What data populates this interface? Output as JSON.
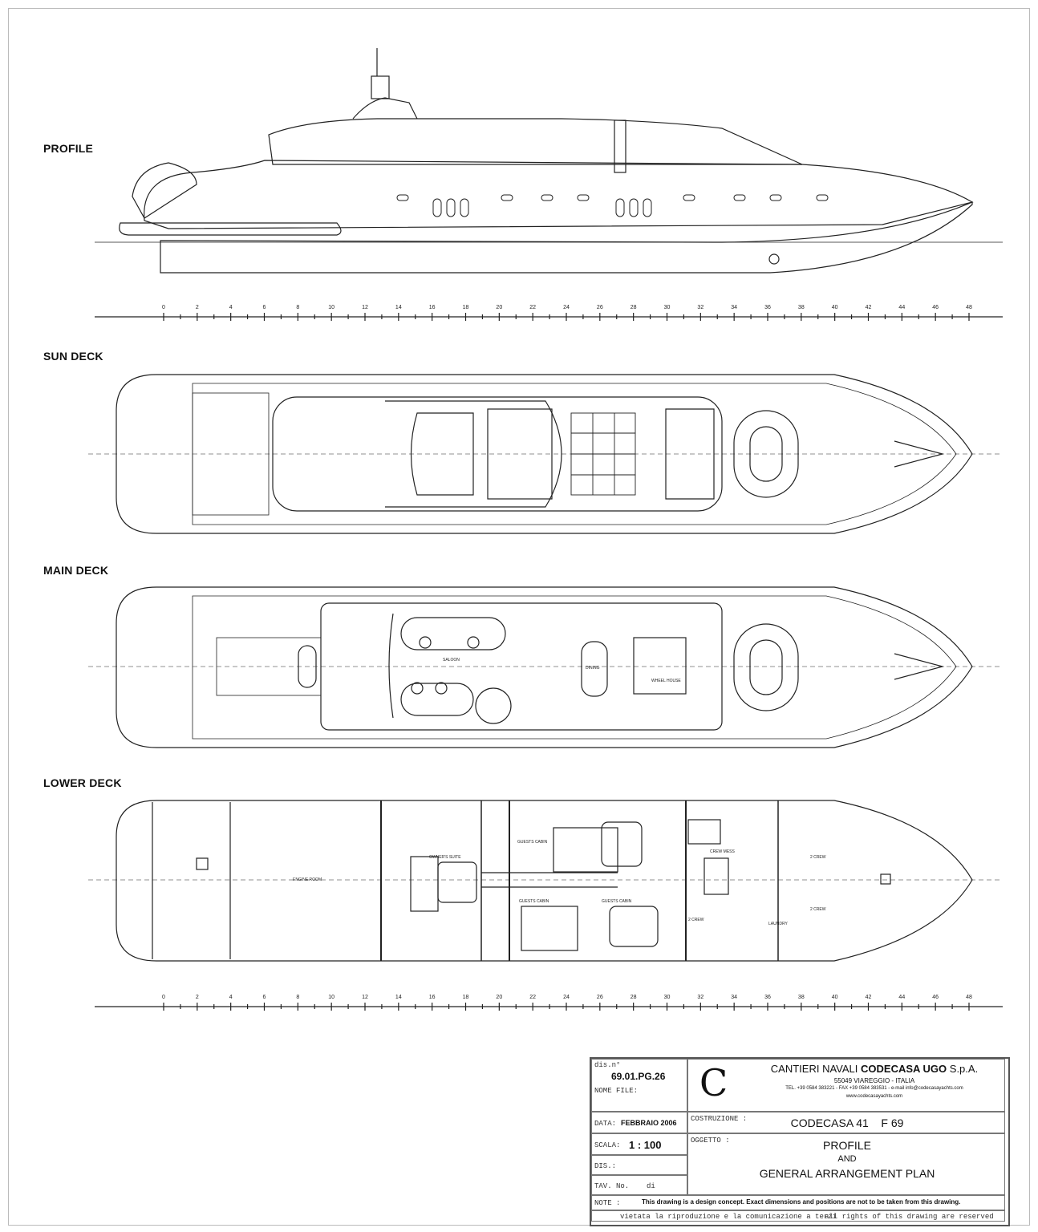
{
  "views": {
    "profile": "PROFILE",
    "sun_deck": "SUN DECK",
    "main_deck": "MAIN DECK",
    "lower_deck": "LOWER DECK"
  },
  "scale_ticks": [
    "0",
    "2",
    "4",
    "6",
    "8",
    "10",
    "12",
    "14",
    "16",
    "18",
    "20",
    "22",
    "24",
    "26",
    "28",
    "30",
    "32",
    "34",
    "36",
    "38",
    "40",
    "42",
    "44",
    "46",
    "48"
  ],
  "rooms": {
    "saloon": "SALOON",
    "dining": "DINING",
    "wheel_house": "WHEEL HOUSE",
    "engine_room": "ENGINE ROOM",
    "owners_suite": "OWNER'S SUITE",
    "guests_cabin_1": "GUESTS CABIN",
    "guests_cabin_2": "GUESTS CABIN",
    "guests_cabin_3": "GUESTS CABIN",
    "crew_mess": "CREW MESS",
    "crew_1": "2 CREW",
    "crew_2": "2 CREW",
    "crew_3": "2 CREW",
    "laundry": "LAUNDRY"
  },
  "title_block": {
    "dis_label": "dis.n°",
    "dis_number": "69.01.PG.26",
    "nome_file_label": "NOME FILE:",
    "company_prefix": "CANTIERI NAVALI ",
    "company_bold": "CODECASA UGO",
    "company_suffix": " S.p.A.",
    "address": "55049 VIAREGGIO - ITALIA",
    "contact": "TEL. +39 0584 383221 - FAX +39 0584 383531 - e-mail info@codecasayachts.com",
    "website": "www.codecasayachts.com",
    "data_label": "DATA:",
    "data_value": "FEBBRAIO 2006",
    "costruzione_label": "COSTRUZIONE :",
    "costruzione_value": "CODECASA 41    F 69",
    "scala_label": "SCALA:",
    "scala_value": "1 : 100",
    "oggetto_label": "OGGETTO :",
    "oggetto_line1": "PROFILE",
    "oggetto_line2": "AND",
    "oggetto_line3": "GENERAL ARRANGEMENT PLAN",
    "dis_short_label": "DIS.:",
    "tav_label": "TAV. No.",
    "tav_di": "di",
    "note_label": "NOTE :",
    "note_text": "This drawing is a design concept. Exact dimensions and positions are not to be taken from this drawing.",
    "footer_left": "vietata la riproduzione e la comunicazione a terzi",
    "footer_right": "all rights of this drawing are reserved",
    "logo_letter": "C"
  }
}
